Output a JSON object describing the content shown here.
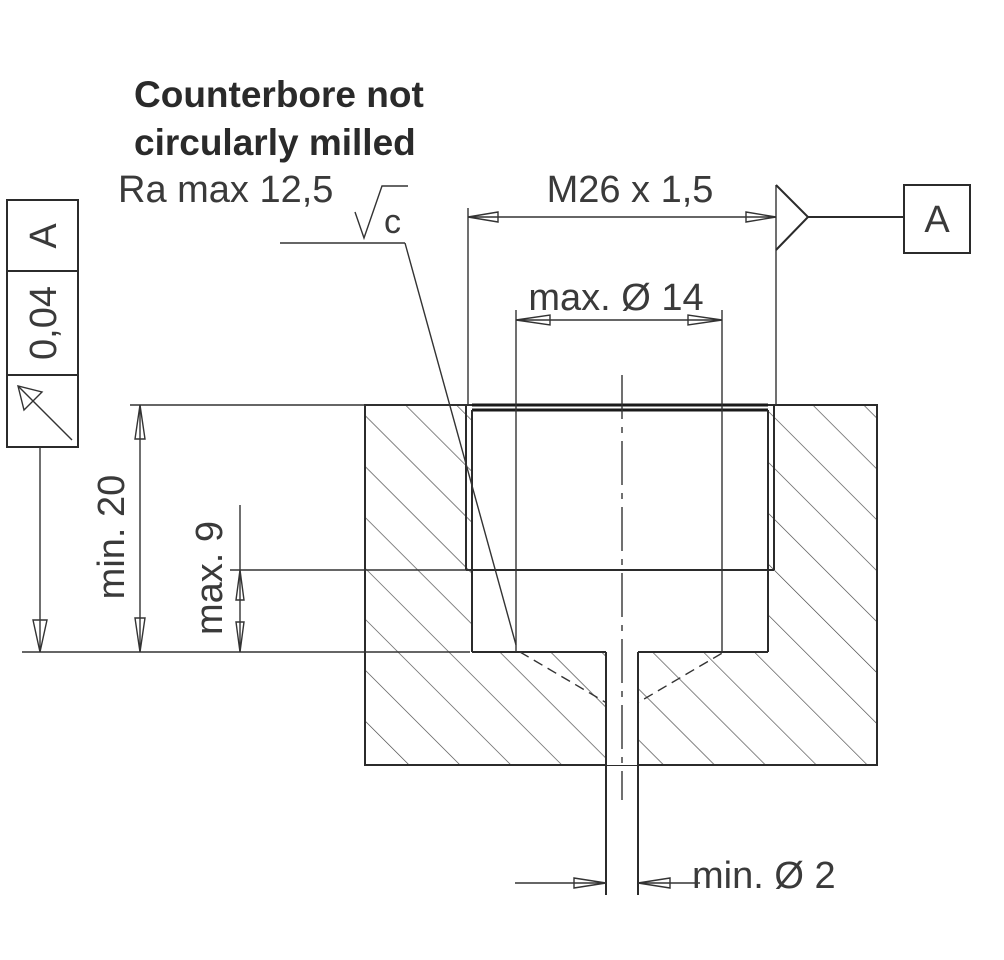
{
  "notes": {
    "counterbore_line1": "Counterbore not",
    "counterbore_line2": "circularly milled",
    "roughness": "Ra max 12,5",
    "roughness_symbol": "c"
  },
  "dimensions": {
    "thread": "M26 x 1,5",
    "max_diameter": "max.  Ø 14",
    "min_depth": "min. 20",
    "max_depth": "max. 9",
    "min_hole": "min.  Ø 2"
  },
  "datum": {
    "label": "A"
  },
  "tolerance_frame": {
    "value": "0,04",
    "datum_ref": "A"
  }
}
